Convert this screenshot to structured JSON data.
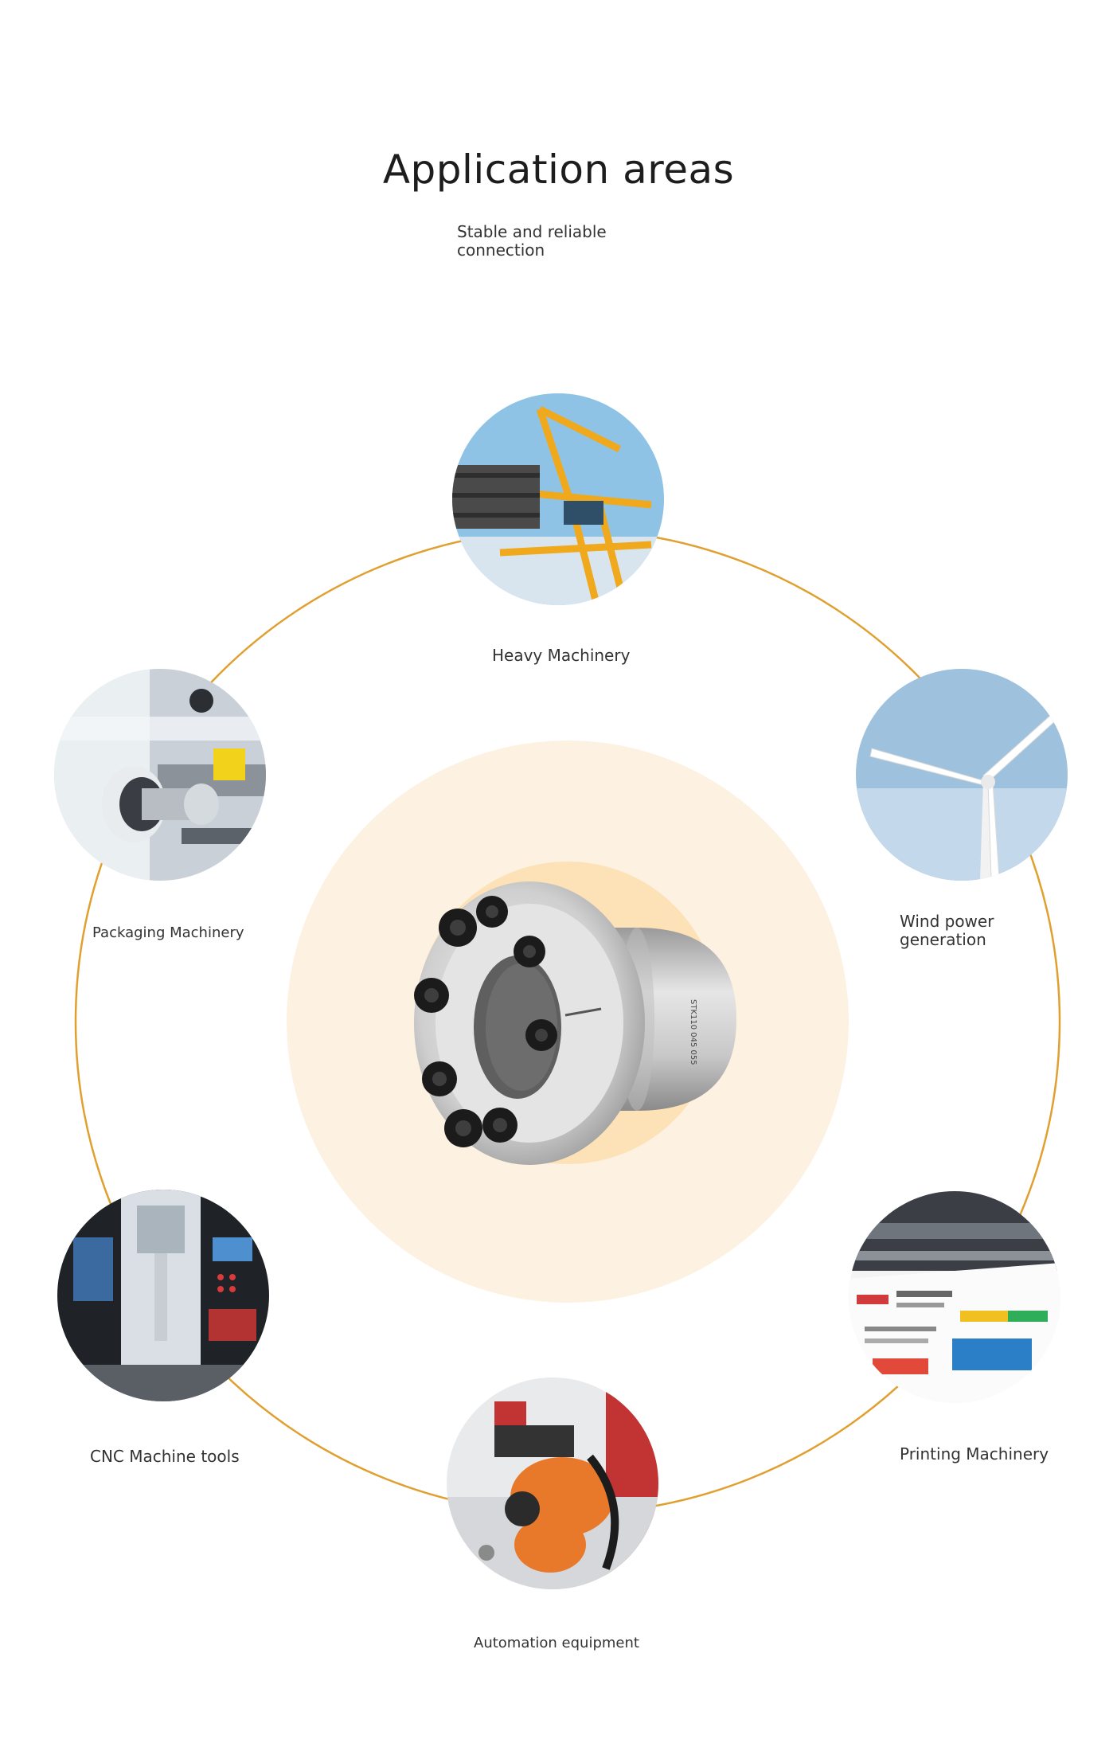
{
  "header": {
    "title": "Application areas",
    "subtitle": "Stable and reliable connection"
  },
  "applications": [
    {
      "label": "Heavy Machinery",
      "icon": "crane-icon"
    },
    {
      "label": "Wind power generation",
      "icon": "wind-turbine-icon"
    },
    {
      "label": "Printing Machinery",
      "icon": "printing-press-icon"
    },
    {
      "label": "Automation equipment",
      "icon": "industrial-robot-icon"
    },
    {
      "label": "CNC Machine tools",
      "icon": "cnc-machine-icon"
    },
    {
      "label": "Packaging Machinery",
      "icon": "packaging-roller-icon"
    }
  ],
  "product": {
    "icon": "locking-assembly-icon",
    "marking": "STK110 045 055"
  },
  "colors": {
    "accent": "#e0a030",
    "halo": "#fdf1e1",
    "core": "#fde2b8"
  }
}
